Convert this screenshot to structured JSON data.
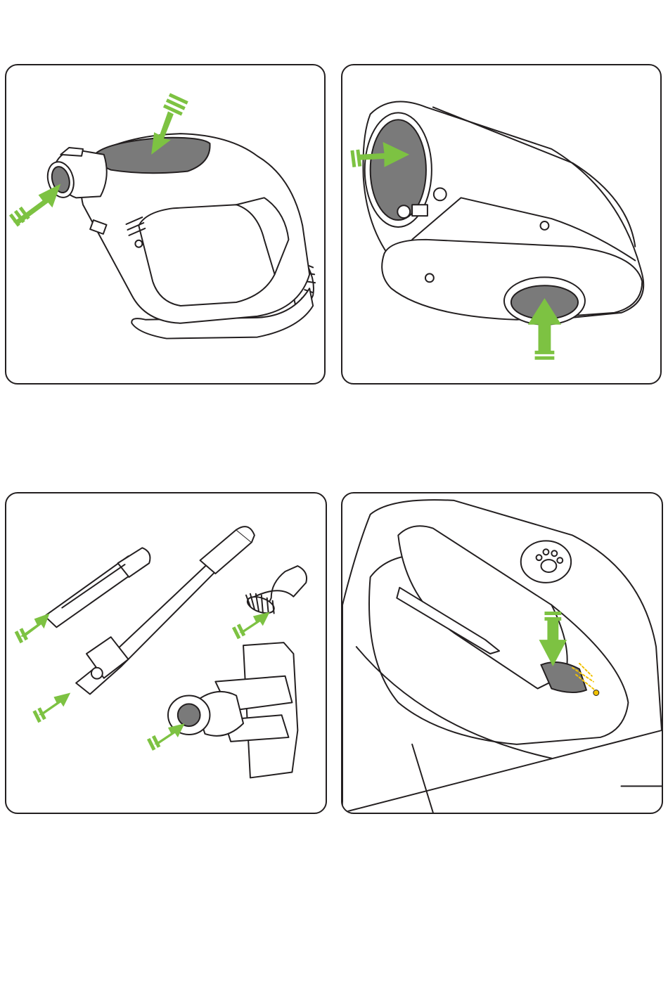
{
  "page": {
    "background": "#ffffff"
  },
  "colors": {
    "arrow": "#7dc242",
    "filter_fill": "#7a7a7a",
    "outline": "#231f20",
    "spark": "#f2c200"
  },
  "panels": [
    {
      "id": "dust-cup-filter-openings",
      "arrows": 2,
      "icon": "handheld-vacuum-body"
    },
    {
      "id": "cyclone-filter-openings",
      "arrows": 2,
      "icon": "dust-cup-underside"
    },
    {
      "id": "accessory-openings",
      "arrows": 4,
      "icon": "accessories"
    },
    {
      "id": "handle-filter-slot",
      "arrows": 1,
      "icon": "handle-top-with-paw-button"
    }
  ]
}
